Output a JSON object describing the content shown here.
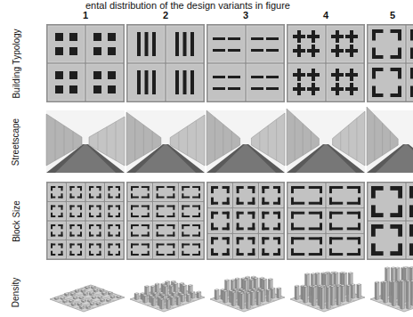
{
  "diagram": {
    "labels": [
      "ental distribution of the design variants in figure",
      "1",
      "2",
      "3",
      "4",
      "5",
      "Building Typology",
      "Streetscape",
      "Block Size",
      "Density"
    ]
  }
}
